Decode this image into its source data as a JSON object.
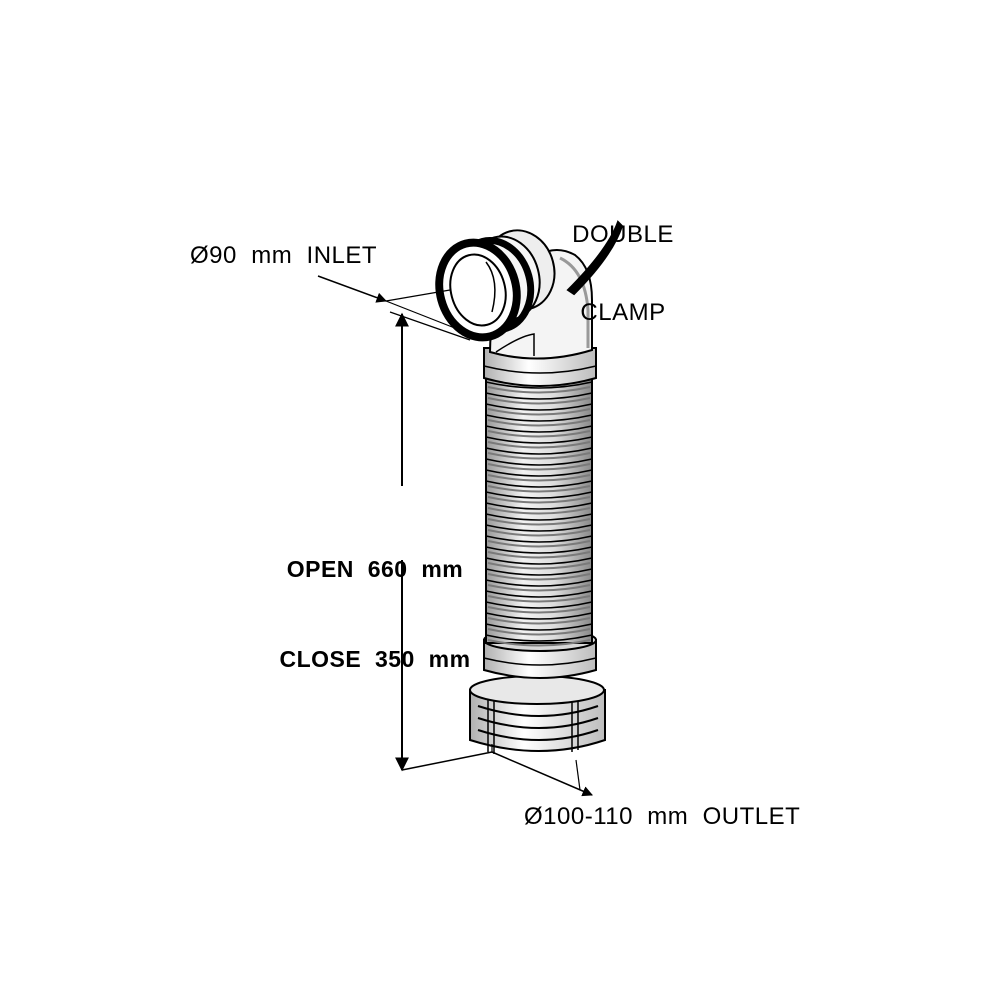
{
  "labels": {
    "double_clamp_line1": "DOUBLE",
    "double_clamp_line2": "CLAMP",
    "inlet": "Ø90  mm  INLET",
    "length_open": "OPEN  660  mm",
    "length_close": "CLOSE  350  mm",
    "outlet": "Ø100-110  mm  OUTLET"
  },
  "product": {
    "inlet_diameter_mm": 90,
    "outlet_diameter_mm": [
      100,
      110
    ],
    "length_open_mm": 660,
    "length_close_mm": 350
  }
}
